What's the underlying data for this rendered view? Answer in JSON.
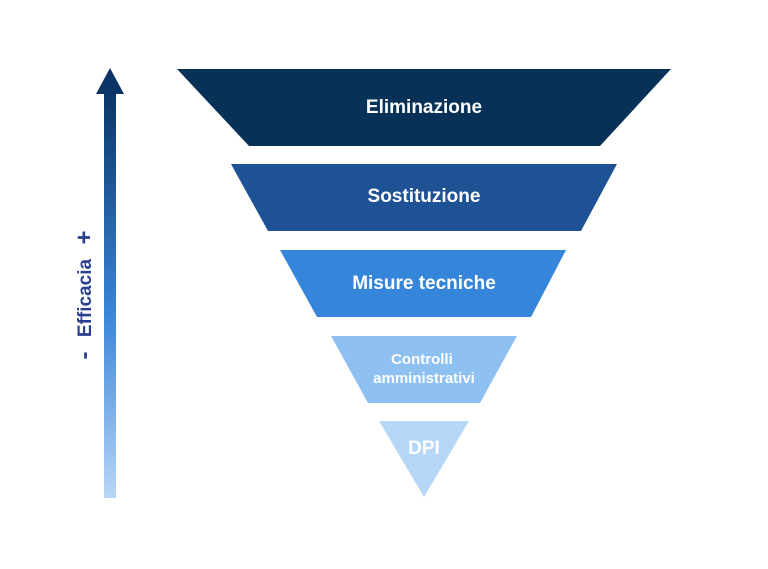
{
  "axis": {
    "minus": "-",
    "label": "Efficacia",
    "plus": "+",
    "gradient": {
      "top": "#0a3566",
      "middle": "#3a86d9",
      "bottom": "#b8d6f7"
    }
  },
  "levels": [
    {
      "lines": [
        "Eliminazione"
      ],
      "color": "#073157"
    },
    {
      "lines": [
        "Sostituzione"
      ],
      "color": "#1e5295"
    },
    {
      "lines": [
        "Misure tecniche"
      ],
      "color": "#3585db"
    },
    {
      "lines": [
        "Controlli",
        "amministrativi"
      ],
      "color": "#8ec0f2"
    },
    {
      "lines": [
        "DPI"
      ],
      "color": "#b7d7f8"
    }
  ]
}
